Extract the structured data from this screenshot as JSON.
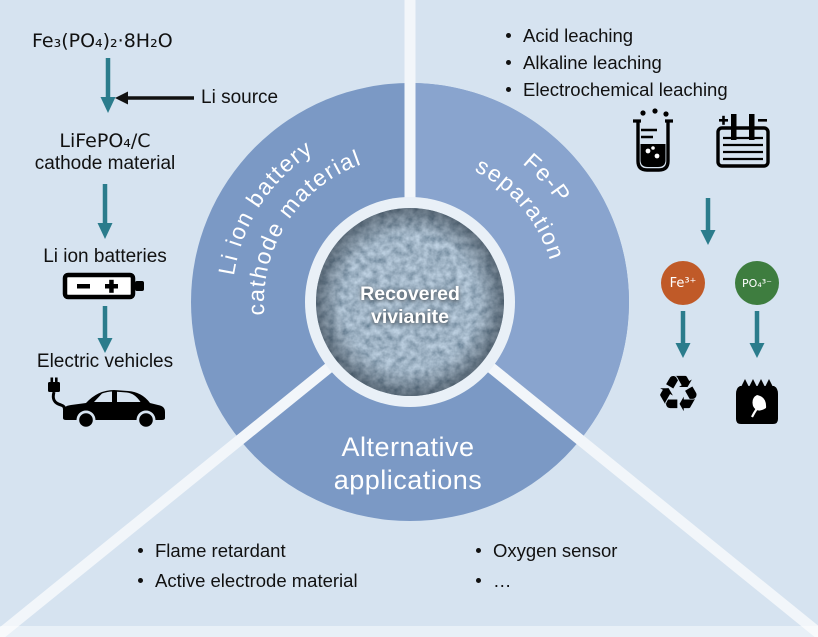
{
  "colors": {
    "background": "#d6e3f0",
    "donut_left": "#7b99c5",
    "donut_right": "#89a4ce",
    "divider": "#f2f6fa",
    "inner_ring": "#e9f0f7",
    "arrow_teal": "#2b7c8c",
    "iron_circle": "#c05a28",
    "phosphorus_circle": "#3e7d3f",
    "segment_text": "#ffffff",
    "body_text": "#111111"
  },
  "donut": {
    "center_label_line1": "Recovered",
    "center_label_line2": "vivianite",
    "segment_cathode_line1": "Li ion battery",
    "segment_cathode_line2": "cathode material",
    "segment_fep_line1": "Fe-P",
    "segment_fep_line2": "separation",
    "segment_alt_line1": "Alternative",
    "segment_alt_line2": "applications"
  },
  "left_flow": {
    "formula": "Fe₃(PO₄)₂·8H₂O",
    "li_source_label": "Li source",
    "cathode_line1": "LiFePO₄/C",
    "cathode_line2": "cathode material",
    "batteries_label": "Li ion batteries",
    "vehicles_label": "Electric vehicles"
  },
  "fep_branch": {
    "leaching_items": [
      "Acid leaching",
      "Alkaline leaching",
      "Electrochemical leaching"
    ],
    "iron_species": "Fe³⁺",
    "phosphorus_species": "PO₄³⁻"
  },
  "alternative_items_left": [
    "Flame retardant",
    "Active electrode material"
  ],
  "alternative_items_right": [
    "Oxygen sensor",
    "…"
  ],
  "icons": {
    "recycle_glyph": "♻"
  }
}
